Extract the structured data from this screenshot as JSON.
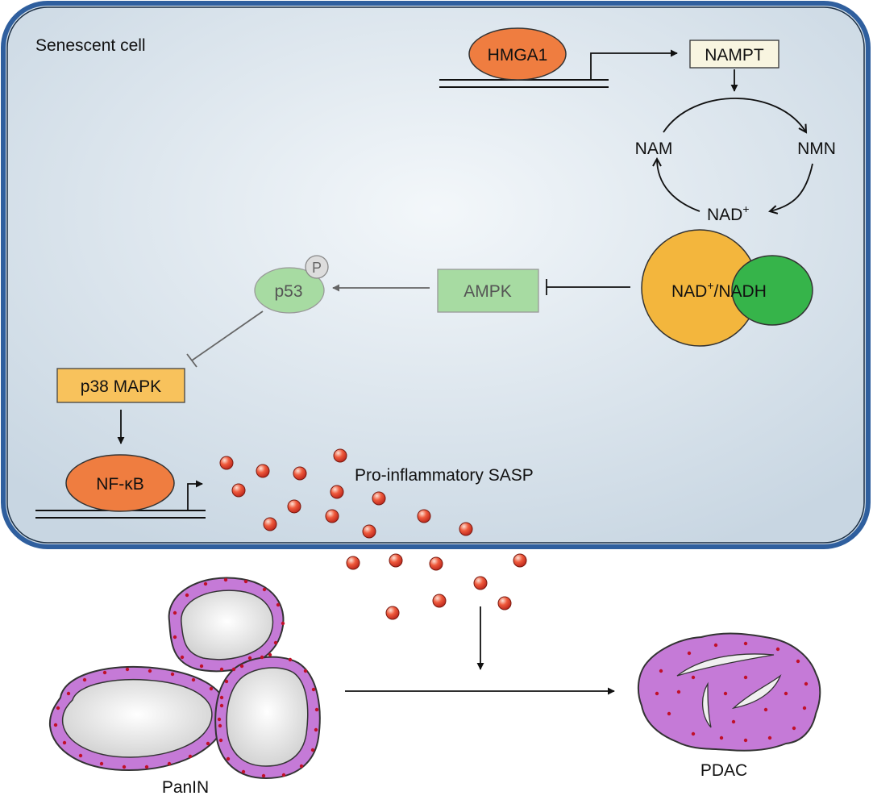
{
  "cell": {
    "title": "Senescent cell"
  },
  "nodes": {
    "hmga1": "HMGA1",
    "nampt": "NAMPT",
    "nam": "NAM",
    "nmn": "NMN",
    "nad": "NAD",
    "nad_ratio": "NAD",
    "nadh": "/NADH",
    "ampk": "AMPK",
    "p53": "p53",
    "phospho": "P",
    "p38": "p38 MAPK",
    "nfkb": "NF-κB",
    "sasp": "Pro-inflammatory SASP",
    "panin": "PanIN",
    "pdac": "PDAC"
  },
  "superscripts": {
    "plus": "+"
  },
  "colors": {
    "cell_fill_center": "#f3f7fa",
    "cell_fill_edge": "#c8d6e2",
    "cell_border": "#2f5f9e",
    "orange": "#ef7d40",
    "yellow_circle": "#f3b63d",
    "green_nadh": "#36b44a",
    "green_faded": "#a7dba2",
    "p38_box": "#f8c25c",
    "nampt_box": "#f8f5e0",
    "sasp_dot": "#e34a33",
    "tissue_purple": "#c57ad7",
    "tissue_dot": "#c0102a",
    "lumen": "#e2e2e2"
  }
}
